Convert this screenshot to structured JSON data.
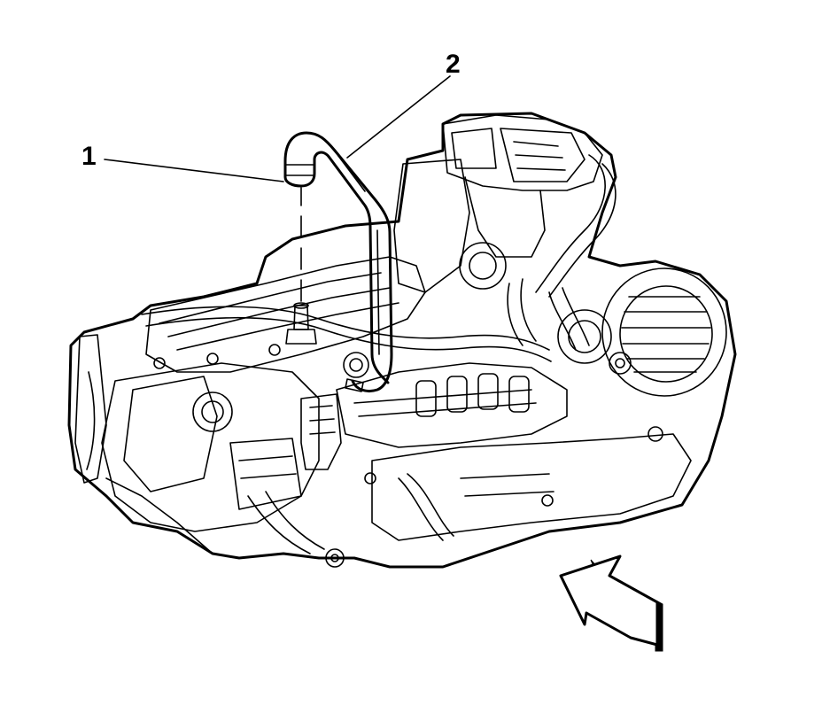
{
  "figure": {
    "callouts": [
      {
        "id": "1",
        "text": "1"
      },
      {
        "id": "2",
        "text": "2"
      }
    ],
    "icons": {
      "view_arrow": "view-direction-arrow-icon",
      "engine": "engine-illustration",
      "hose": "pcv-hose-icon"
    },
    "colors": {
      "line": "#000000",
      "background": "#ffffff"
    }
  }
}
